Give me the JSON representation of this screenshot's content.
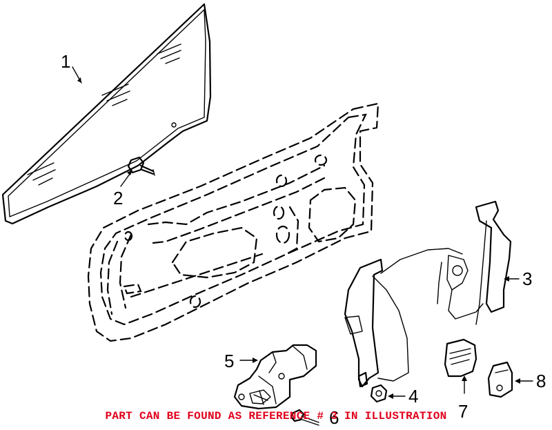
{
  "callouts": [
    "1",
    "2",
    "3",
    "4",
    "5",
    "6",
    "7",
    "8"
  ],
  "notice": "PART CAN BE FOUND AS REFERENCE # 3 IN ILLUSTRATION",
  "colors": {
    "notice": "#e0001b",
    "line": "#000000"
  }
}
